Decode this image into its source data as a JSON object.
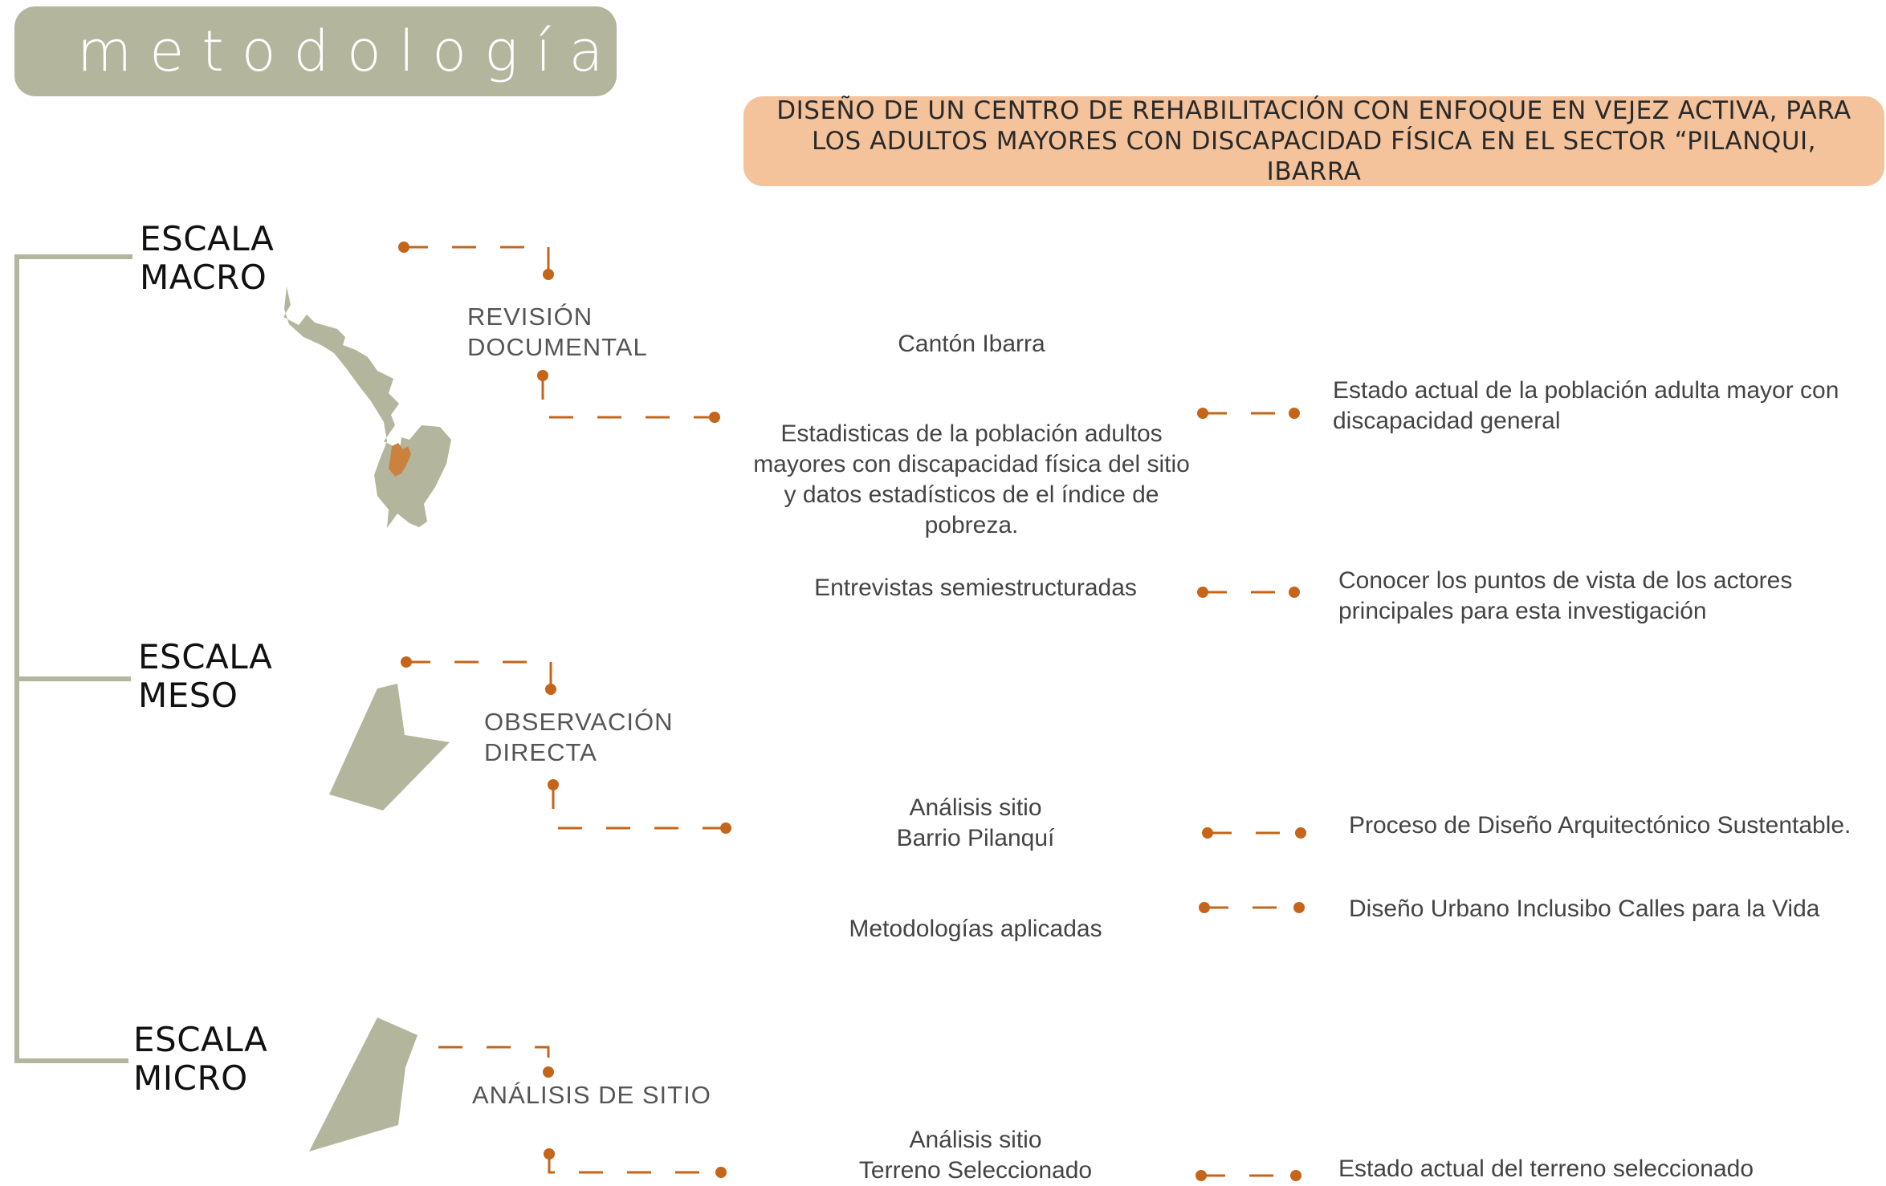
{
  "header": {
    "title": "metodología"
  },
  "project": {
    "title": "DISEÑO DE UN CENTRO DE REHABILITACIÓN CON ENFOQUE EN VEJEZ ACTIVA, PARA LOS ADULTOS MAYORES CON DISCAPACIDAD FÍSICA EN EL SECTOR  “PILANQUI, IBARRA"
  },
  "scales": {
    "macro": {
      "line1": "ESCALA",
      "line2": "MACRO"
    },
    "meso": {
      "line1": "ESCALA",
      "line2": "MESO"
    },
    "micro": {
      "line1": "ESCALA",
      "line2": "MICRO"
    }
  },
  "methods": {
    "revision": {
      "line1": "REVISIÓN",
      "line2": "DOCUMENTAL"
    },
    "observacion": {
      "line1": "OBSERVACIÓN",
      "line2": "DIRECTA"
    },
    "analisis": {
      "label": "ANÁLISIS DE SITIO"
    }
  },
  "items": {
    "canton": "Cantón Ibarra",
    "estadisticas": {
      "l1": "Estadisticas de la población adultos",
      "l2": "mayores con discapacidad física del sitio",
      "l3": "y datos estadísticos de el índice de",
      "l4": "pobreza."
    },
    "entrevistas": "Entrevistas semiestructuradas",
    "analisis_barrio": {
      "l1": "Análisis sitio",
      "l2": "Barrio Pilanquí"
    },
    "metodologias": "Metodologías aplicadas",
    "analisis_terreno": {
      "l1": "Análisis sitio",
      "l2": "Terreno Seleccionado"
    }
  },
  "results": {
    "estado_poblacion": {
      "l1": "Estado actual de la población adulta mayor con",
      "l2": "discapacidad general"
    },
    "conocer": {
      "l1": "Conocer los puntos de vista de los actores",
      "l2": "principales para esta investigación"
    },
    "proceso": "Proceso de Diseño Arquitectónico Sustentable.",
    "diseno_urbano": "Diseño Urbano Inclusibo Calles para la Vida",
    "estado_terreno": "Estado actual del terreno seleccionado"
  },
  "colors": {
    "olive": "#b3b59c",
    "peach": "#f4c39c",
    "orange_connector": "#c4651a"
  }
}
